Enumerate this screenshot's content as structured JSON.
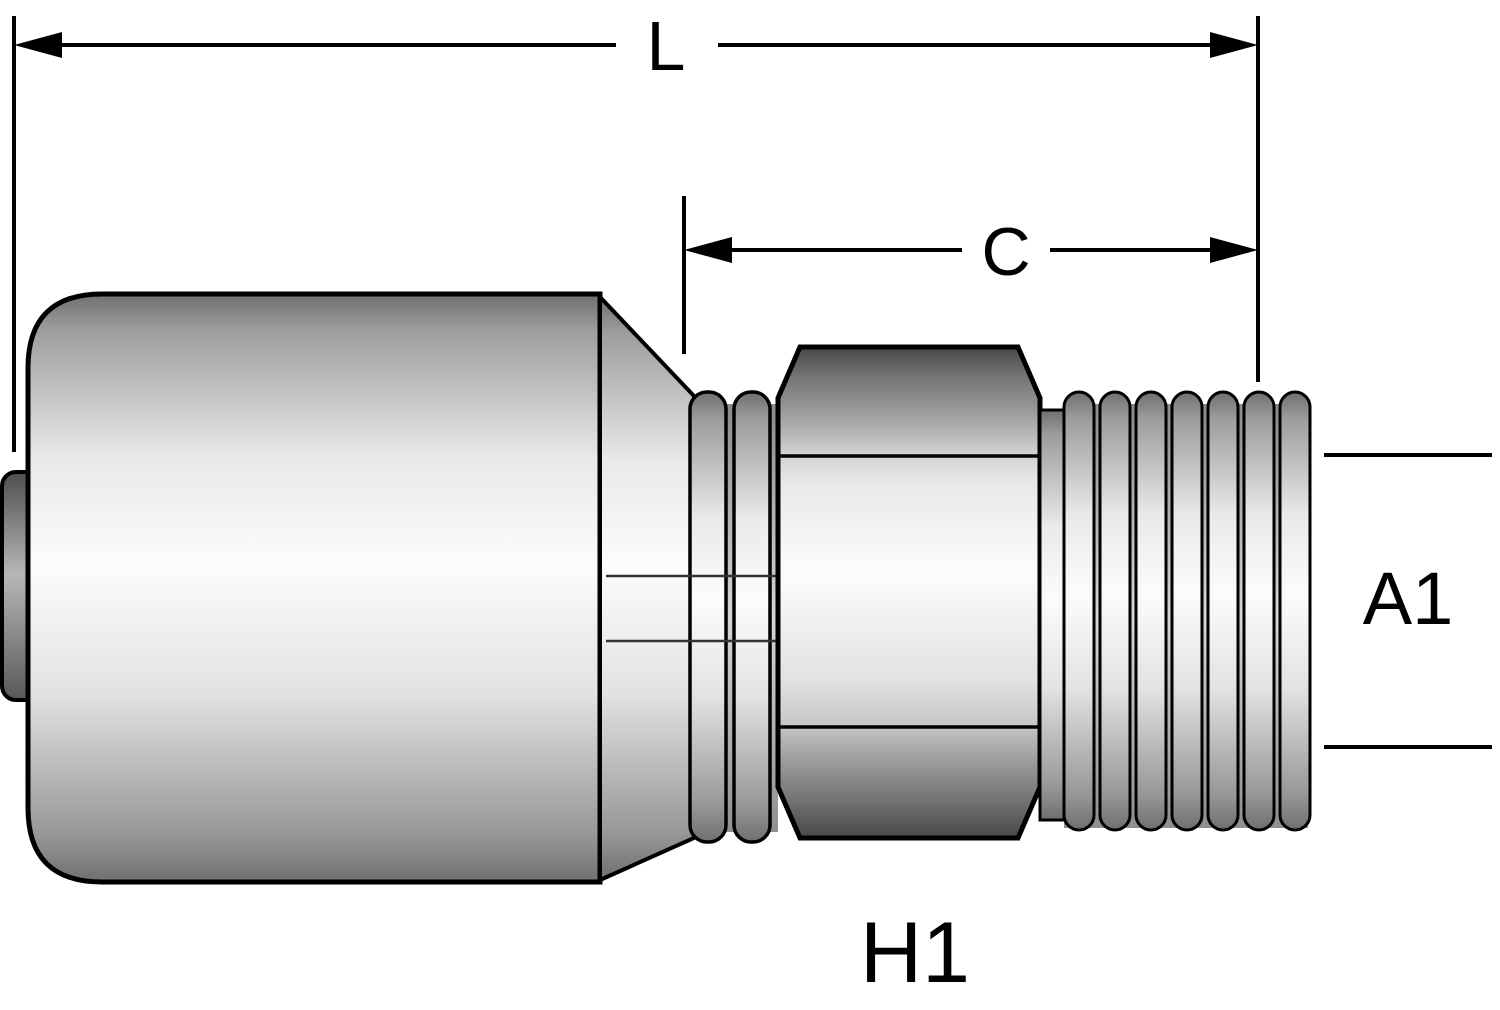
{
  "colors": {
    "background": "#ffffff",
    "line": "#000000"
  },
  "labels": {
    "overall_length": "L",
    "cut_off_length": "C",
    "thread_size": "A1",
    "hex_size": "H1"
  }
}
